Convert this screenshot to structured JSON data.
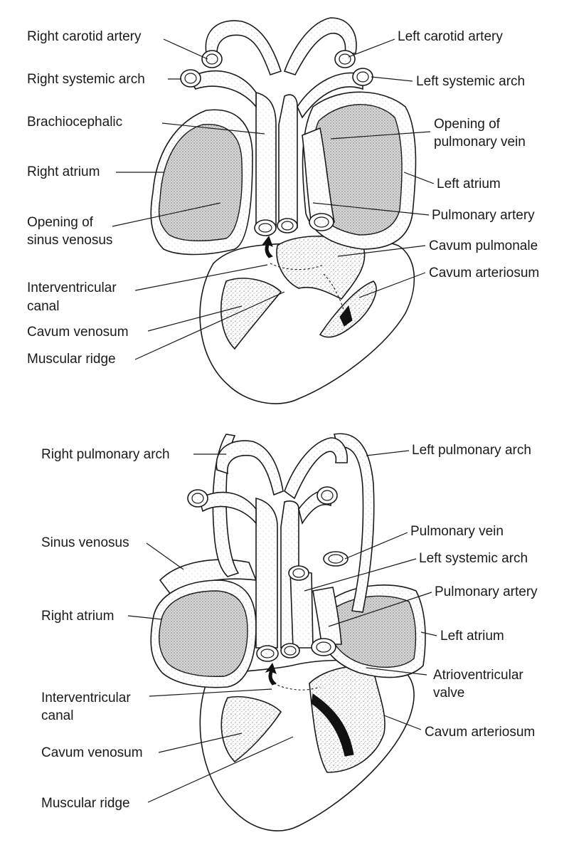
{
  "top_figure": {
    "labels": {
      "right_carotid_artery": "Right carotid artery",
      "right_systemic_arch": "Right systemic arch",
      "brachiocephalic": "Brachiocephalic",
      "right_atrium": "Right atrium",
      "opening_of_sinus_venosus_line1": "Opening of",
      "opening_of_sinus_venosus_line2": "sinus venosus",
      "interventricular_canal_line1": "Interventricular",
      "interventricular_canal_line2": "canal",
      "cavum_venosum": "Cavum venosum",
      "muscular_ridge": "Muscular ridge",
      "left_carotid_artery": "Left carotid artery",
      "left_systemic_arch": "Left systemic arch",
      "opening_of_pulmonary_vein_line1": "Opening of",
      "opening_of_pulmonary_vein_line2": "pulmonary vein",
      "left_atrium": "Left atrium",
      "pulmonary_artery": "Pulmonary artery",
      "cavum_pulmonale": "Cavum pulmonale",
      "cavum_arteriosum": "Cavum arteriosum"
    }
  },
  "bottom_figure": {
    "labels": {
      "right_pulmonary_arch": "Right pulmonary arch",
      "sinus_venosus": "Sinus venosus",
      "right_atrium": "Right atrium",
      "interventricular_canal_line1": "Interventricular",
      "interventricular_canal_line2": "canal",
      "cavum_venosum": "Cavum venosum",
      "muscular_ridge": "Muscular ridge",
      "left_pulmonary_arch": "Left pulmonary arch",
      "pulmonary_vein": "Pulmonary vein",
      "left_systemic_arch": "Left systemic arch",
      "pulmonary_artery": "Pulmonary artery",
      "left_atrium": "Left atrium",
      "atrioventricular_valve_line1": "Atrioventricular",
      "atrioventricular_valve_line2": "valve",
      "cavum_arteriosum": "Cavum arteriosum"
    }
  },
  "colors": {
    "ink": "#1a1a1a",
    "paper": "#ffffff"
  }
}
